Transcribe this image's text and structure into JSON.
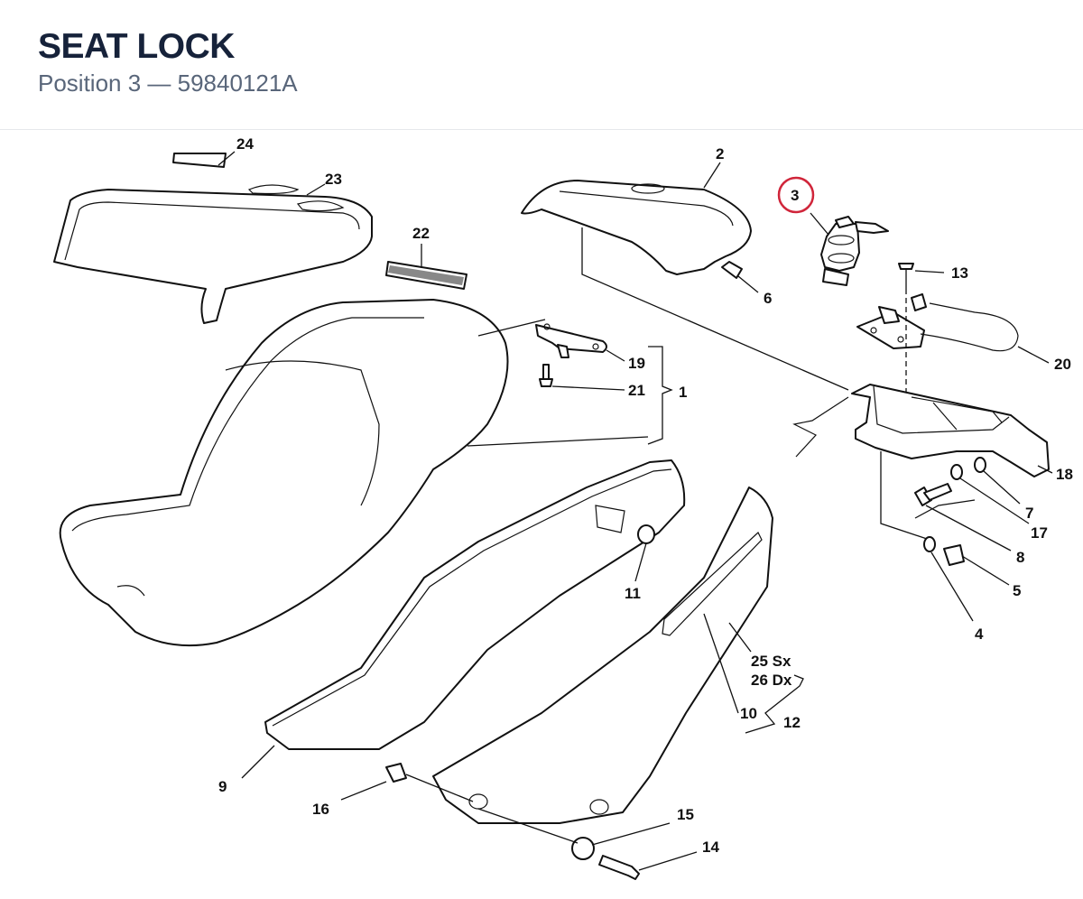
{
  "header": {
    "title": "SEAT LOCK",
    "subtitle": "Position 3 — 59840121A"
  },
  "diagram": {
    "highlight_color": "#d0253a",
    "labels": {
      "p1": "1",
      "p2": "2",
      "p3": "3",
      "p4": "4",
      "p5": "5",
      "p6": "6",
      "p7": "7",
      "p8": "8",
      "p9": "9",
      "p10": "10",
      "p11": "11",
      "p12": "12",
      "p13": "13",
      "p14": "14",
      "p15": "15",
      "p16": "16",
      "p17": "17",
      "p18": "18",
      "p19": "19",
      "p20": "20",
      "p21": "21",
      "p22": "22",
      "p23": "23",
      "p24": "24",
      "p25": "25 Sx",
      "p26": "26 Dx"
    }
  }
}
